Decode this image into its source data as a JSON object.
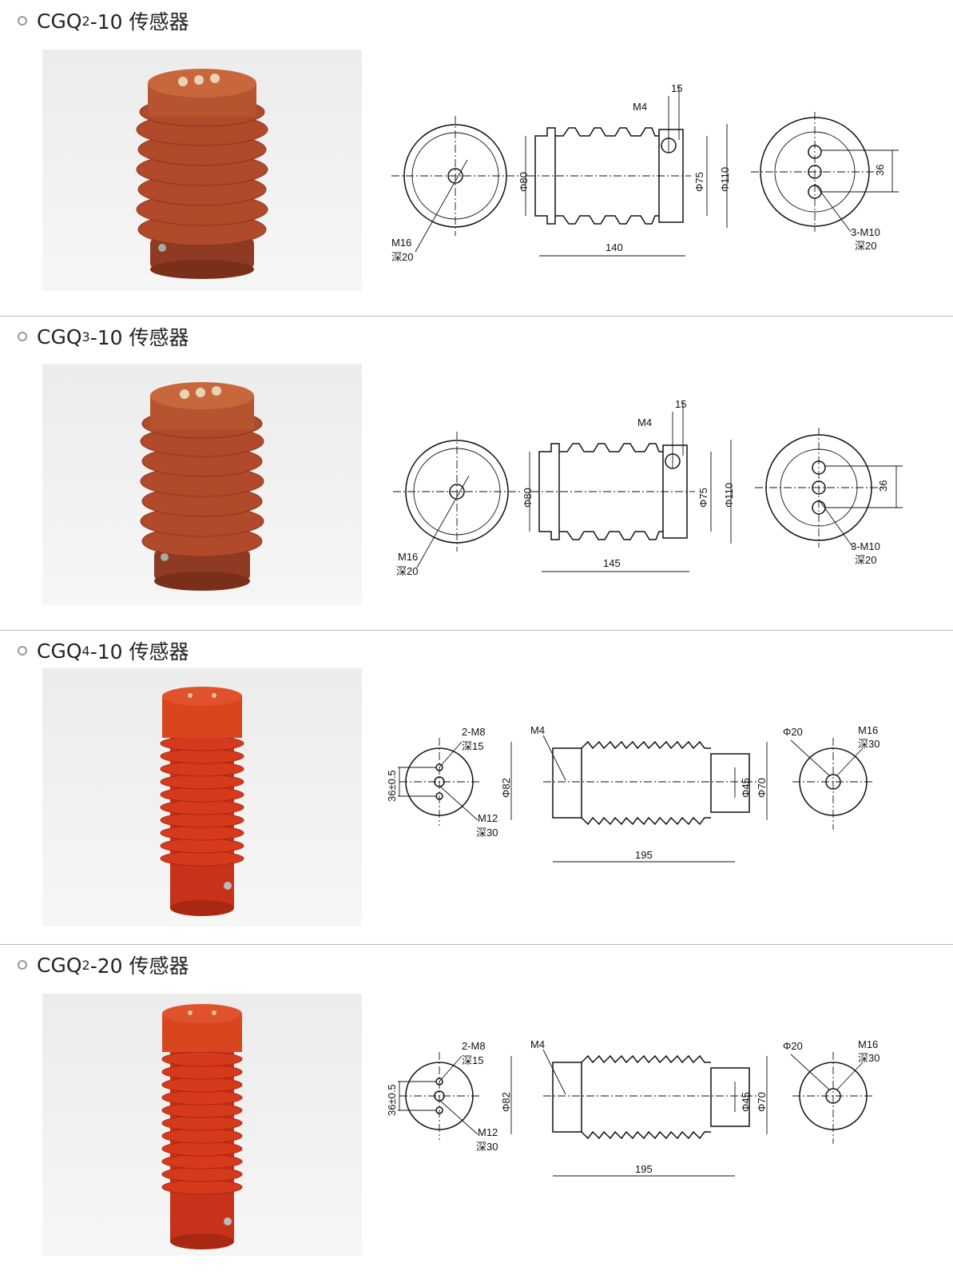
{
  "sections": [
    {
      "model": "CGQ",
      "sub": "2",
      "suffix": "-10 传感器",
      "drawing": {
        "type": "a",
        "m_bottom": "M16",
        "depth_bottom": "深20",
        "d_inner": "Φ80",
        "d_top": "Φ75",
        "d_outer": "Φ110",
        "top_hole": "M4",
        "top_w": "15",
        "length": "140",
        "pitch": "36",
        "holes": "3-M10",
        "holes_depth": "深20"
      }
    },
    {
      "model": "CGQ",
      "sub": "3",
      "suffix": "-10 传感器",
      "drawing": {
        "type": "a",
        "m_bottom": "M16",
        "depth_bottom": "深20",
        "d_inner": "Φ80",
        "d_top": "Φ75",
        "d_outer": "Φ110",
        "top_hole": "M4",
        "top_w": "15",
        "length": "145",
        "pitch": "36",
        "holes": "3-M10",
        "holes_depth": "深20"
      }
    },
    {
      "model": "CGQ",
      "sub": "4",
      "suffix": "-10 传感器",
      "drawing": {
        "type": "b",
        "pitch": "36±0.5",
        "holes": "2-M8",
        "holes_depth": "深15",
        "center": "M12",
        "center_depth": "深30",
        "d_body": "Φ82",
        "top_hole": "M4",
        "d_inner": "Φ45",
        "d_outer": "Φ70",
        "length": "195",
        "d_small": "Φ20",
        "m_end": "M16",
        "end_depth": "深30"
      }
    },
    {
      "model": "CGQ",
      "sub": "2",
      "suffix": "-20 传感器",
      "drawing": {
        "type": "b",
        "pitch": "36±0.5",
        "holes": "2-M8",
        "holes_depth": "深15",
        "center": "M12",
        "center_depth": "深30",
        "d_body": "Φ82",
        "top_hole": "M4",
        "d_inner": "Φ45",
        "d_outer": "Φ70",
        "length": "195",
        "d_small": "Φ20",
        "m_end": "M16",
        "end_depth": "深30"
      }
    }
  ],
  "colors": {
    "brown_body": "#b04a2a",
    "brown_top": "#c8673c",
    "red_body": "#d63a1c",
    "red_top": "#e0522c"
  }
}
